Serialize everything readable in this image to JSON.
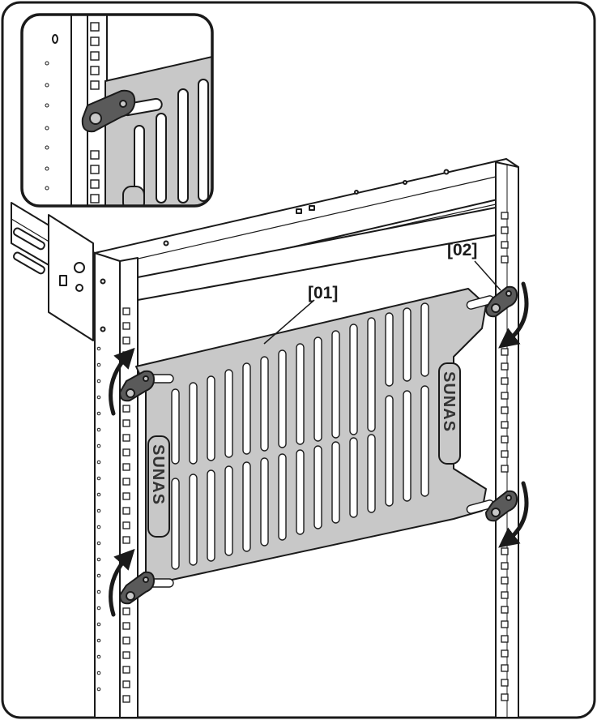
{
  "callouts": {
    "panel": "[01]",
    "tab": "[02]"
  },
  "brand_logo": "SUNAS",
  "colors": {
    "outline": "#1a1a1a",
    "panel_fill": "#c8c8c8",
    "tab_fill": "#5a5a5a",
    "rack_fill": "#ffffff"
  }
}
